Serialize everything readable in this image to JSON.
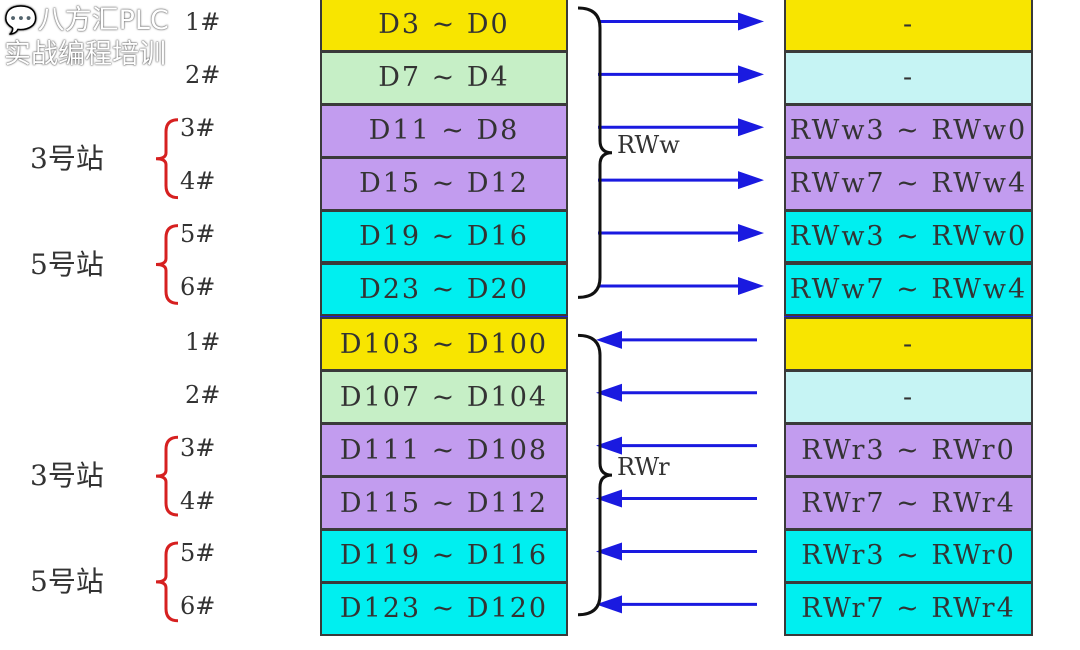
{
  "colors": {
    "yellow": "#f8e500",
    "green": "#c6efc6",
    "purple": "#c29cef",
    "cyan": "#00eff0",
    "lightcyan": "#c6f4f4",
    "arrow": "#1a1ae0",
    "bracket": "#d62020"
  },
  "groups": [
    {
      "bus_label": "RWw",
      "direction": "right",
      "rows": [
        {
          "num": "1#",
          "left": "D3 ~ D0",
          "right": "-",
          "lc": "yellow",
          "rc": "yellow"
        },
        {
          "num": "2#",
          "left": "D7 ~ D4",
          "right": "-",
          "lc": "green",
          "rc": "lightcyan"
        },
        {
          "num": "3#",
          "left": "D11 ~ D8",
          "right": "RWw3 ~ RWw0",
          "lc": "purple",
          "rc": "purple"
        },
        {
          "num": "4#",
          "left": "D15 ~ D12",
          "right": "RWw7 ~ RWw4",
          "lc": "purple",
          "rc": "purple"
        },
        {
          "num": "5#",
          "left": "D19 ~ D16",
          "right": "RWw3 ~ RWw0",
          "lc": "cyan",
          "rc": "cyan"
        },
        {
          "num": "6#",
          "left": "D23 ~ D20",
          "right": "RWw7 ~ RWw4",
          "lc": "cyan",
          "rc": "cyan"
        }
      ],
      "stations": [
        "3号站",
        "5号站"
      ]
    },
    {
      "bus_label": "RWr",
      "direction": "left",
      "rows": [
        {
          "num": "1#",
          "left": "D103 ~ D100",
          "right": "-",
          "lc": "yellow",
          "rc": "yellow"
        },
        {
          "num": "2#",
          "left": "D107 ~ D104",
          "right": "-",
          "lc": "green",
          "rc": "lightcyan"
        },
        {
          "num": "3#",
          "left": "D111 ~ D108",
          "right": "RWr3 ~ RWr0",
          "lc": "purple",
          "rc": "purple"
        },
        {
          "num": "4#",
          "left": "D115 ~ D112",
          "right": "RWr7 ~ RWr4",
          "lc": "purple",
          "rc": "purple"
        },
        {
          "num": "5#",
          "left": "D119 ~ D116",
          "right": "RWr3 ~ RWr0",
          "lc": "cyan",
          "rc": "cyan"
        },
        {
          "num": "6#",
          "left": "D123 ~ D120",
          "right": "RWr7 ~ RWr4",
          "lc": "cyan",
          "rc": "cyan"
        }
      ],
      "stations": [
        "3号站",
        "5号站"
      ]
    }
  ],
  "watermark": "八方汇PLC实战编程培训"
}
